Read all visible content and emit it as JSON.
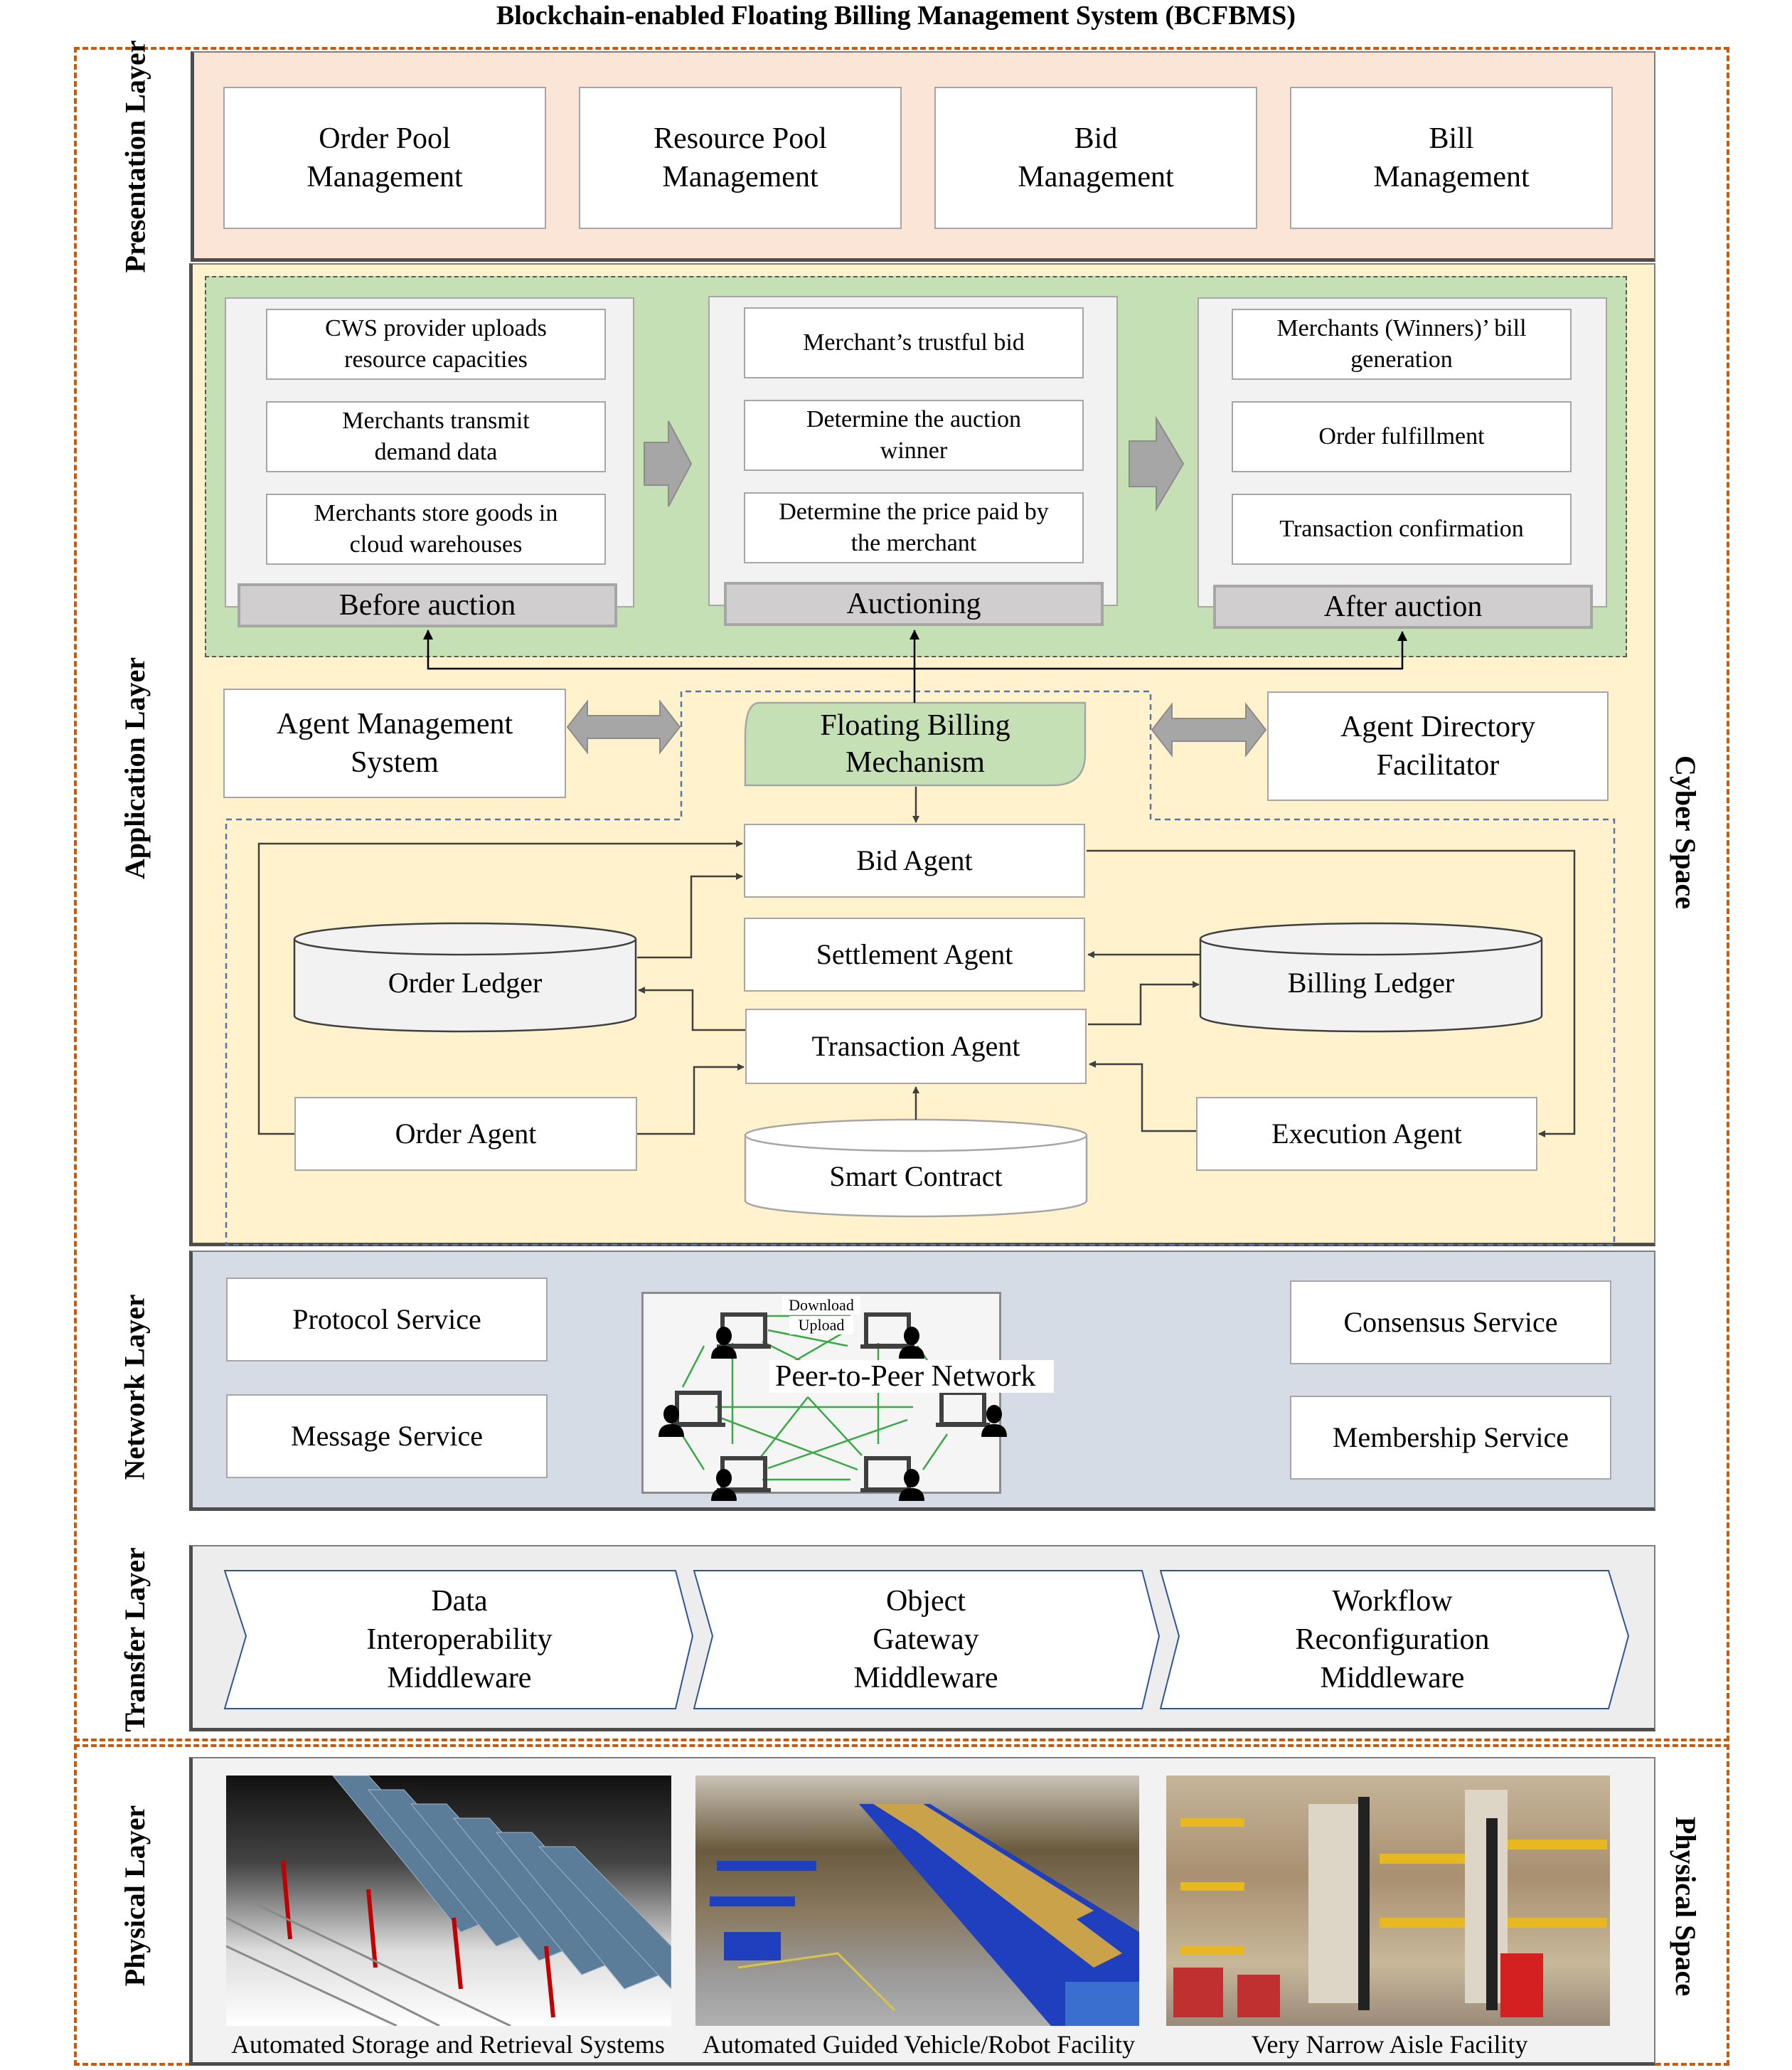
{
  "title": "Blockchain-enabled Floating Billing Management System (BCFBMS)",
  "spaces": {
    "cyber": "Cyber Space",
    "physical": "Physical Space"
  },
  "layers": {
    "presentation": {
      "label": "Presentation\nLayer",
      "items": [
        "Order Pool\nManagement",
        "Resource Pool\nManagement",
        "Bid\nManagement",
        "Bill\nManagement"
      ]
    },
    "application": {
      "label": "Application\nLayer",
      "phases": [
        {
          "label": "Before auction",
          "steps": [
            "CWS provider uploads\nresource capacities",
            "Merchants transmit\ndemand data",
            "Merchants store goods in\ncloud warehouses"
          ]
        },
        {
          "label": "Auctioning",
          "steps": [
            "Merchant’s trustful bid",
            "Determine the auction\nwinner",
            "Determine the price paid by\nthe merchant"
          ]
        },
        {
          "label": "After auction",
          "steps": [
            "Merchants (Winners)’ bill\ngeneration",
            "Order fulfillment",
            "Transaction confirmation"
          ]
        }
      ],
      "agent_management_system": "Agent Management\nSystem",
      "floating_billing_mechanism": "Floating Billing\nMechanism",
      "agent_directory_facilitator": "Agent Directory\nFacilitator",
      "bid_agent": "Bid Agent",
      "settlement_agent": "Settlement Agent",
      "transaction_agent": "Transaction Agent",
      "order_agent": "Order Agent",
      "execution_agent": "Execution Agent",
      "order_ledger": "Order Ledger",
      "billing_ledger": "Billing Ledger",
      "smart_contract": "Smart Contract"
    },
    "network": {
      "label": "Network\nLayer",
      "protocol_service": "Protocol Service",
      "message_service": "Message Service",
      "consensus_service": "Consensus Service",
      "membership_service": "Membership Service",
      "p2p": {
        "title": "Peer-to-Peer Network",
        "download": "Download",
        "upload": "Upload"
      }
    },
    "transfer": {
      "label": "Transfer\nLayer",
      "items": [
        "Data\nInteroperability\nMiddleware",
        "Object\nGateway\nMiddleware",
        "Workflow\nReconfiguration\nMiddleware"
      ]
    },
    "physical": {
      "label": "Physical\nLayer",
      "facilities": [
        "Automated Storage and Retrieval Systems",
        "Automated Guided Vehicle/Robot Facility",
        "Very Narrow Aisle Facility"
      ]
    }
  },
  "colors": {
    "space_border": "#c55a11",
    "presentation_bg": "#fbe5d6",
    "application_bg": "#fff2cc",
    "auction_bg": "#c5e0b4",
    "network_bg": "#d6dce5",
    "transfer_bg": "#ededed",
    "physical_bg": "#f2f2f2"
  }
}
